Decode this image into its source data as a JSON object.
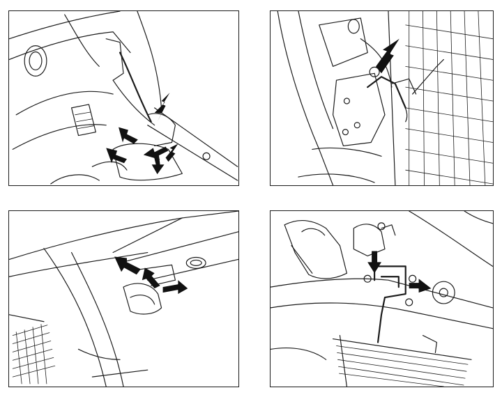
{
  "figure": {
    "panels": [
      {
        "id": "p1",
        "arrows": 6
      },
      {
        "id": "p2",
        "arrows": 1
      },
      {
        "id": "p3",
        "arrows": 3
      },
      {
        "id": "p4",
        "arrows": 2
      }
    ],
    "colors": {
      "line": "#1a1a1a",
      "background": "#ffffff"
    }
  }
}
